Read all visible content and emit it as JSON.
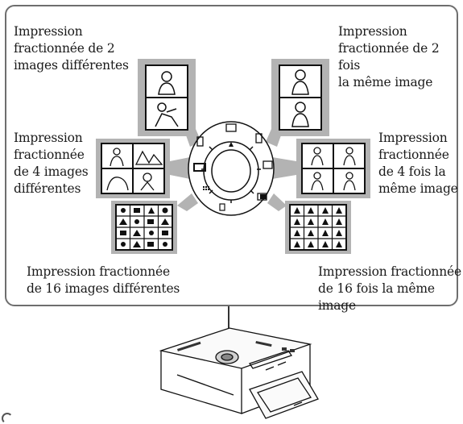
{
  "labels": {
    "split2_different": "Impression\nfractionnée de 2\nimages différentes",
    "split2_same": "Impression\nfractionnée de 2 fois\nla même image",
    "split4_different": "Impression\nfractionnée\nde 4 images\ndifférentes",
    "split4_same": "Impression\nfractionnée\nde 4 fois la\nmême image",
    "split16_different": "Impression fractionnée\nde 16 images différentes",
    "split16_same": "Impression fractionnée\nde 16 fois la même image"
  },
  "icons": {
    "dial": "mode-selector-dial-icon",
    "printer": "printer-icon"
  },
  "colors": {
    "frame": "#6e6e6e",
    "thumb_backdrop": "#b3b3b3",
    "ink": "#1a1a1a"
  }
}
